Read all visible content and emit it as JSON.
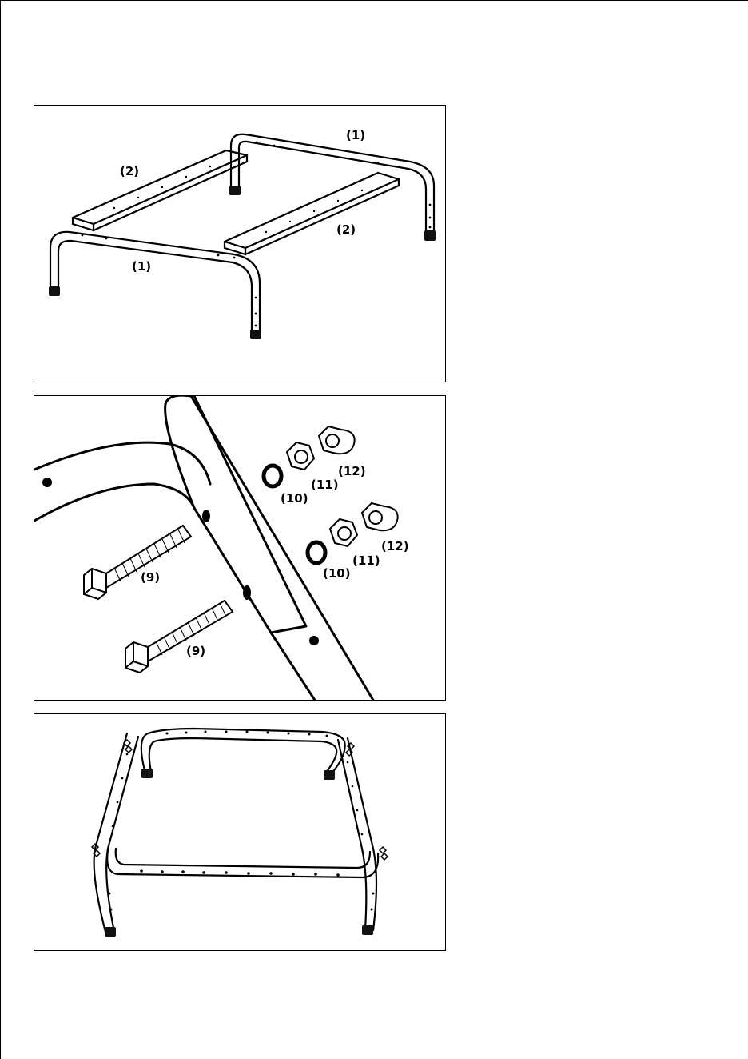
{
  "assembly_steps": [
    {
      "step": "frame-layout",
      "callouts": {
        "rail_back": "(1)",
        "rail_front": "(1)",
        "crossbar_left": "(2)",
        "crossbar_right": "(2)"
      }
    },
    {
      "step": "hardware-detail",
      "callouts": {
        "bolt_upper": "(9)",
        "bolt_lower": "(9)",
        "washer_upper": "(10)",
        "nut_upper": "(11)",
        "cap_nut_upper": "(12)",
        "washer_lower": "(10)",
        "nut_lower": "(11)",
        "cap_nut_lower": "(12)"
      }
    },
    {
      "step": "assembled-frame",
      "callouts": {}
    }
  ],
  "colors": {
    "line": "#000000",
    "fill": "#ffffff",
    "foot": "#111111"
  }
}
